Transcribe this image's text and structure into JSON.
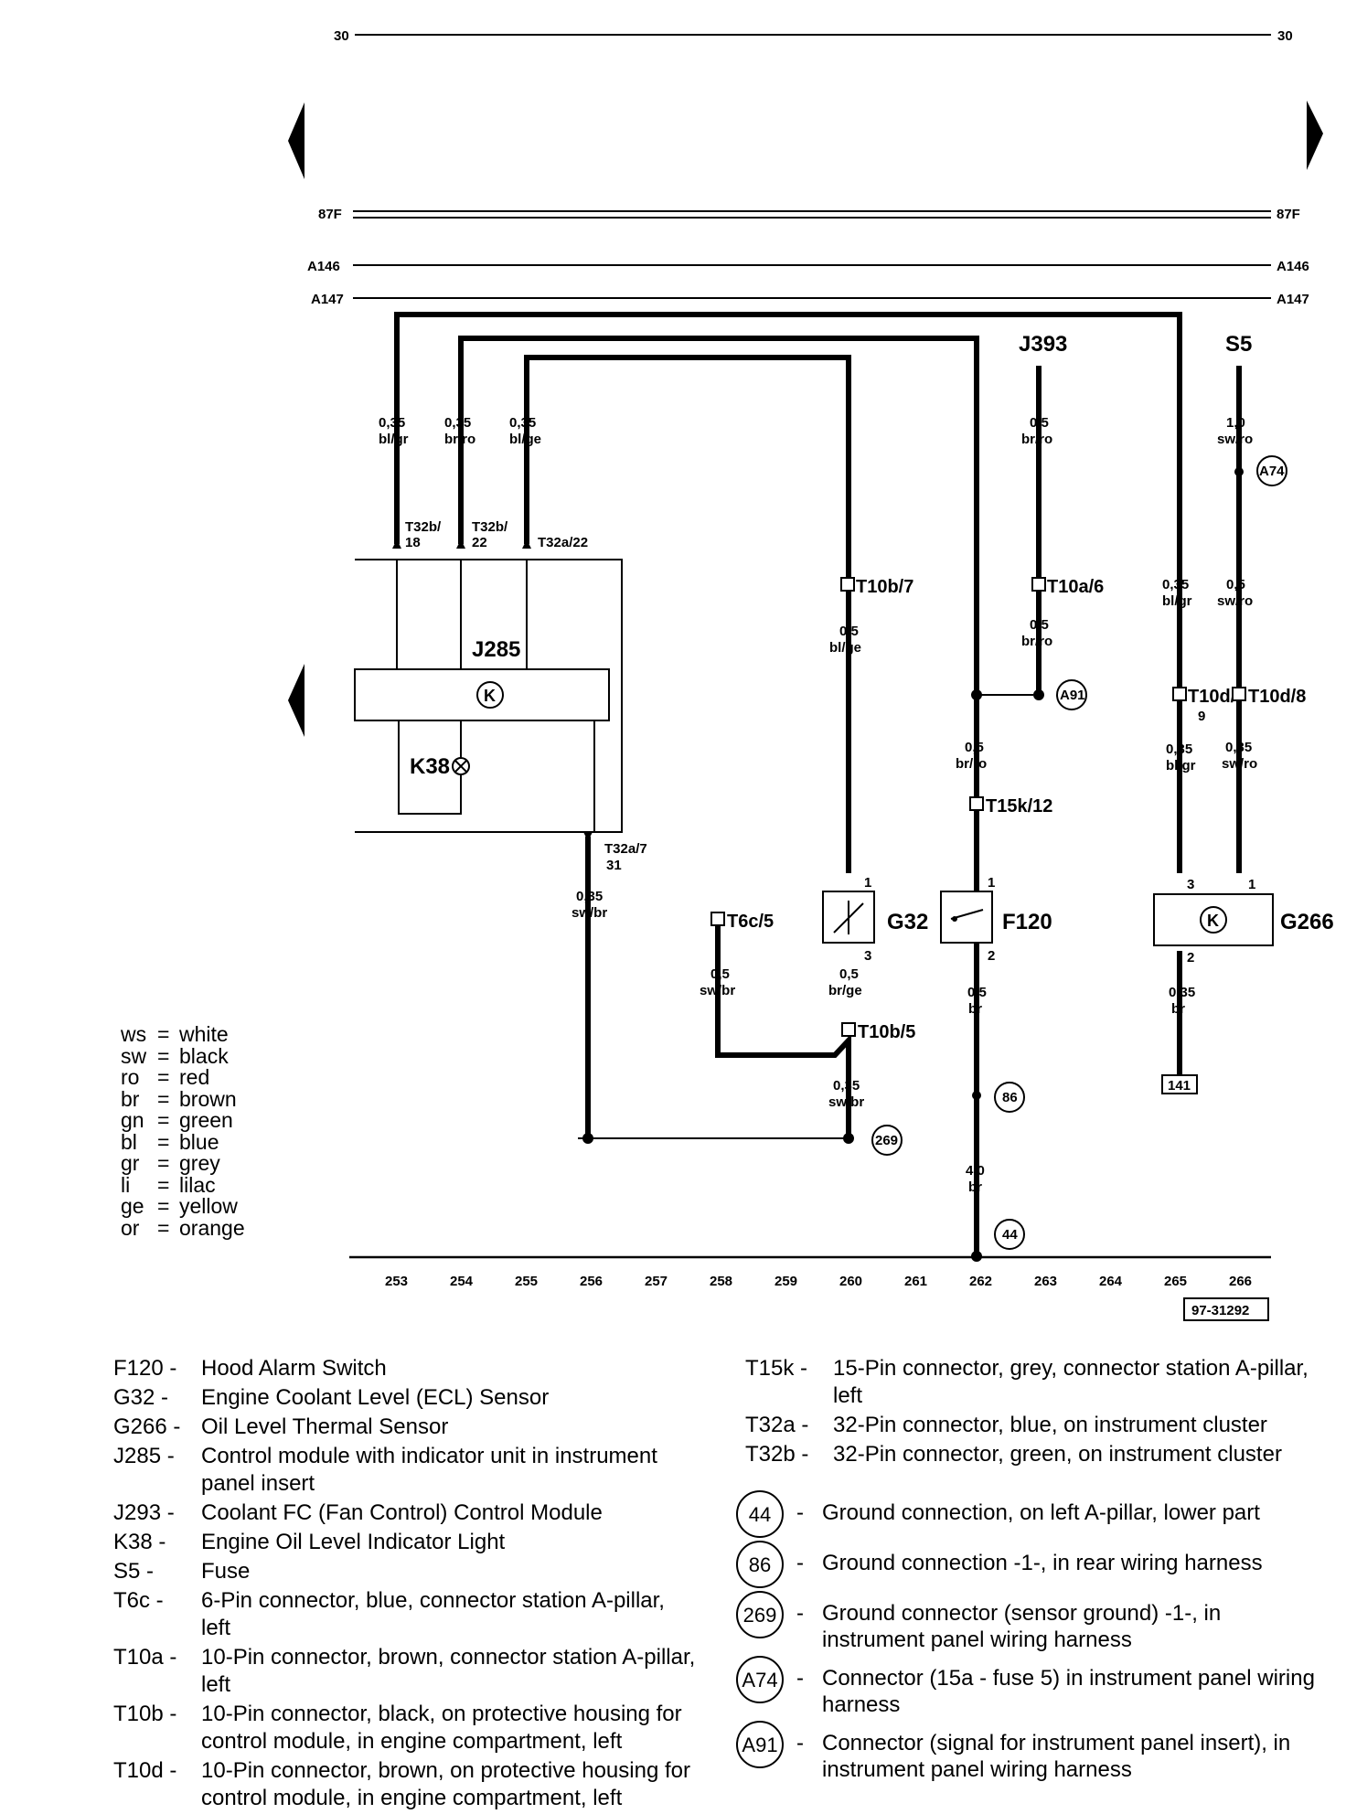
{
  "rails": {
    "r30": "30",
    "r87f": "87F",
    "a146": "A146",
    "a147": "A147"
  },
  "components": {
    "j285": "J285",
    "k38": "K38",
    "g32": "G32",
    "f120": "F120",
    "g266": "G266",
    "j393": "J393",
    "s5": "S5"
  },
  "wires": {
    "w253": [
      "0,35",
      "bl/gr"
    ],
    "w254": [
      "0,35",
      "br/ro"
    ],
    "w255": [
      "0,35",
      "bl/ge"
    ],
    "w263": [
      "0,5",
      "br/ro"
    ],
    "w266_top": [
      "1,0",
      "sw/ro"
    ],
    "w260a": [
      "0,5",
      "bl/ge"
    ],
    "w263b": [
      "0,5",
      "br/ro"
    ],
    "w265a": [
      "0,35",
      "bl/gr"
    ],
    "w266a": [
      "0,5",
      "sw/ro"
    ],
    "w262a": [
      "0,5",
      "br/ro"
    ],
    "w265b": [
      "0,35",
      "bl/gr"
    ],
    "w266b": [
      "0,35",
      "sw/ro"
    ],
    "w256": [
      "0,35",
      "sw/br"
    ],
    "w258": [
      "0,5",
      "sw/br"
    ],
    "w260b": [
      "0,5",
      "br/ge"
    ],
    "w262b": [
      "0,5",
      "br"
    ],
    "w265c": [
      "0,35",
      "br"
    ],
    "w260c": [
      "0,35",
      "sw/br"
    ],
    "w262c": [
      "4,0",
      "br"
    ]
  },
  "connectors": {
    "t32b18": [
      "T32b/",
      "18"
    ],
    "t32b22": [
      "T32b/",
      "22"
    ],
    "t32a22": "T32a/22",
    "t10b7": "T10b/7",
    "t10a6": "T10a/6",
    "t10d9": [
      "T10d/",
      "9"
    ],
    "t10d8": "T10d/8",
    "t15k12": "T15k/12",
    "t32a7": [
      "T32a/7",
      "31"
    ],
    "t6c5": "T6c/5",
    "t10b5": "T10b/5"
  },
  "pins": {
    "g32_1": "1",
    "g32_3": "3",
    "f120_1": "1",
    "f120_2": "2",
    "g266_3": "3",
    "g266_1": "1",
    "g266_2": "2"
  },
  "badges": {
    "a74": "A74",
    "a91": "A91",
    "g86": "86",
    "g269": "269",
    "g44": "44",
    "box141": "141"
  },
  "columns": [
    "253",
    "254",
    "255",
    "256",
    "257",
    "258",
    "259",
    "260",
    "261",
    "262",
    "263",
    "264",
    "265",
    "266"
  ],
  "figure_id": "97-31292",
  "color_legend": [
    [
      "ws",
      "white"
    ],
    [
      "sw",
      "black"
    ],
    [
      "ro",
      "red"
    ],
    [
      "br",
      "brown"
    ],
    [
      "gn",
      "green"
    ],
    [
      "bl",
      "blue"
    ],
    [
      "gr",
      "grey"
    ],
    [
      "li",
      "lilac"
    ],
    [
      "ge",
      "yellow"
    ],
    [
      "or",
      "orange"
    ]
  ],
  "components_key": [
    [
      "F120 -",
      "Hood Alarm Switch"
    ],
    [
      "G32  -",
      "Engine Coolant Level (ECL) Sensor"
    ],
    [
      "G266 -",
      "Oil Level Thermal Sensor"
    ],
    [
      "J285 -",
      "Control module with indicator unit in instrument panel insert"
    ],
    [
      "J293 -",
      "Coolant FC (Fan Control) Control Module"
    ],
    [
      "K38  -",
      "Engine Oil Level Indicator Light"
    ],
    [
      "S5   -",
      "Fuse"
    ],
    [
      "T6c  -",
      "6-Pin connector, blue, connector station A-pillar, left"
    ],
    [
      "T10a -",
      "10-Pin connector, brown, connector station A-pillar, left"
    ],
    [
      "T10b -",
      "10-Pin connector, black, on protective housing for control module, in engine compartment, left"
    ],
    [
      "T10d -",
      "10-Pin connector, brown, on protective housing for control module, in engine compartment, left"
    ]
  ],
  "connectors_key": [
    [
      "T15k -",
      "15-Pin connector, grey, connector station A-pillar, left"
    ],
    [
      "T32a -",
      "32-Pin connector, blue, on instrument cluster"
    ],
    [
      "T32b -",
      "32-Pin connector, green, on instrument cluster"
    ]
  ],
  "ground_key": [
    [
      "44",
      "Ground connection, on left A-pillar, lower part"
    ],
    [
      "86",
      "Ground connection -1-, in rear wiring harness"
    ],
    [
      "269",
      "Ground connector (sensor ground) -1-, in instrument panel wiring harness"
    ],
    [
      "A74",
      "Connector (15a - fuse 5) in instrument panel wiring harness"
    ],
    [
      "A91",
      "Connector (signal for instrument panel insert), in instrument panel wiring harness"
    ]
  ]
}
